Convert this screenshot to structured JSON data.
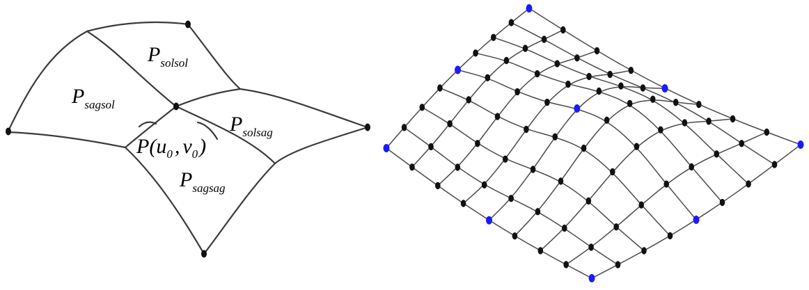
{
  "left_diagram": {
    "patches": [
      {
        "name": "solsol",
        "main": "P",
        "sub": "solsol"
      },
      {
        "name": "sagsol",
        "main": "P",
        "sub": "sagsol"
      },
      {
        "name": "solsag",
        "main": "P",
        "sub": "solsag"
      },
      {
        "name": "sagsag",
        "main": "P",
        "sub": "sagsag"
      }
    ],
    "center_point": {
      "prefix": "P(",
      "u": "u",
      "u_sub": "0",
      "comma": ",",
      "v": "v",
      "v_sub": "0",
      "suffix": ")"
    }
  },
  "colors": {
    "curve": "#3a3a3a",
    "node_black": "#111111",
    "node_blue": "#1a1aff"
  }
}
